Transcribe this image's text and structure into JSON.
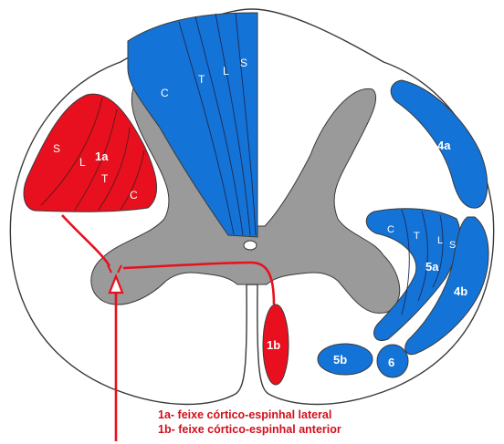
{
  "colors": {
    "red": "#e8101e",
    "blue": "#1473d6",
    "gray": "#9a9a9a",
    "outline": "#3a3a3a",
    "legend_text": "#d10f1b"
  },
  "tracts": {
    "lateral_tract": {
      "id": "1a",
      "layers": [
        "S",
        "L",
        "T",
        "C"
      ]
    },
    "anterior_tract": {
      "id": "1b"
    },
    "dorsal_column": {
      "layers": [
        "C",
        "T",
        "L",
        "S"
      ]
    },
    "tract_4a": {
      "id": "4a"
    },
    "tract_5a": {
      "id": "5a",
      "layers": [
        "C",
        "T",
        "L",
        "S"
      ]
    },
    "tract_4b": {
      "id": "4b"
    },
    "tract_5b": {
      "id": "5b"
    },
    "tract_6": {
      "id": "6"
    }
  },
  "legend": {
    "line1": "1a- feixe córtico-espinhal lateral",
    "line2": "1b- feixe córtico-espinhal anterior"
  }
}
